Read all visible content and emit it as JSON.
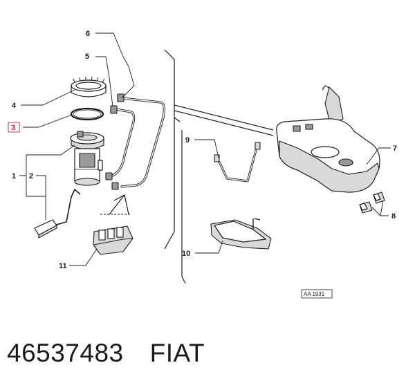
{
  "diagram": {
    "callouts": {
      "c1": "1",
      "c2": "2",
      "c3": "3",
      "c4": "4",
      "c5": "5",
      "c6": "6",
      "c7": "7",
      "c8": "8",
      "c9": "9",
      "c10": "10",
      "c11": "11"
    },
    "highlighted_callout": "3",
    "highlight_color": "#d11a3a",
    "reference_code": "AA 1931"
  },
  "product": {
    "part_number": "46537483",
    "brand": "FIAT"
  }
}
